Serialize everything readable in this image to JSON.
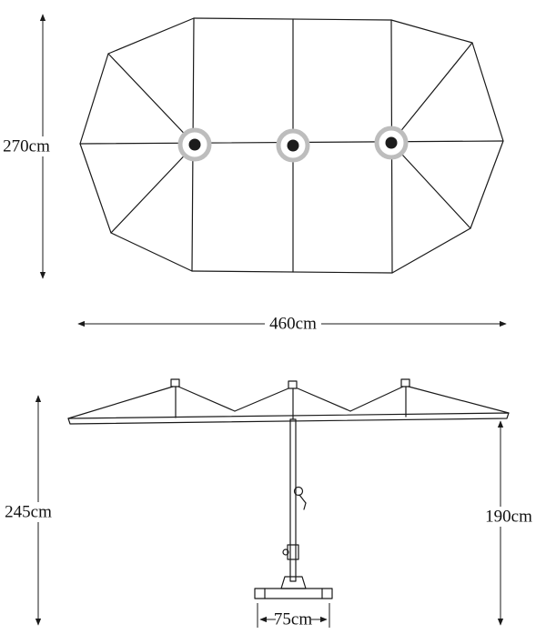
{
  "page": {
    "background": "#ffffff",
    "line_color": "#1a1a1a",
    "hub_ring_color": "#bdbdbd",
    "hub_center_color": "#1c1c1c"
  },
  "top_view": {
    "description": "umbrella canopy seen from above with three hubs",
    "height_label": "270cm",
    "width_label": "460cm"
  },
  "side_view": {
    "description": "double-sided umbrella side elevation with pole, crank and base",
    "total_height_label": "245cm",
    "clearance_height_label": "190cm",
    "base_width_label": "75cm"
  }
}
